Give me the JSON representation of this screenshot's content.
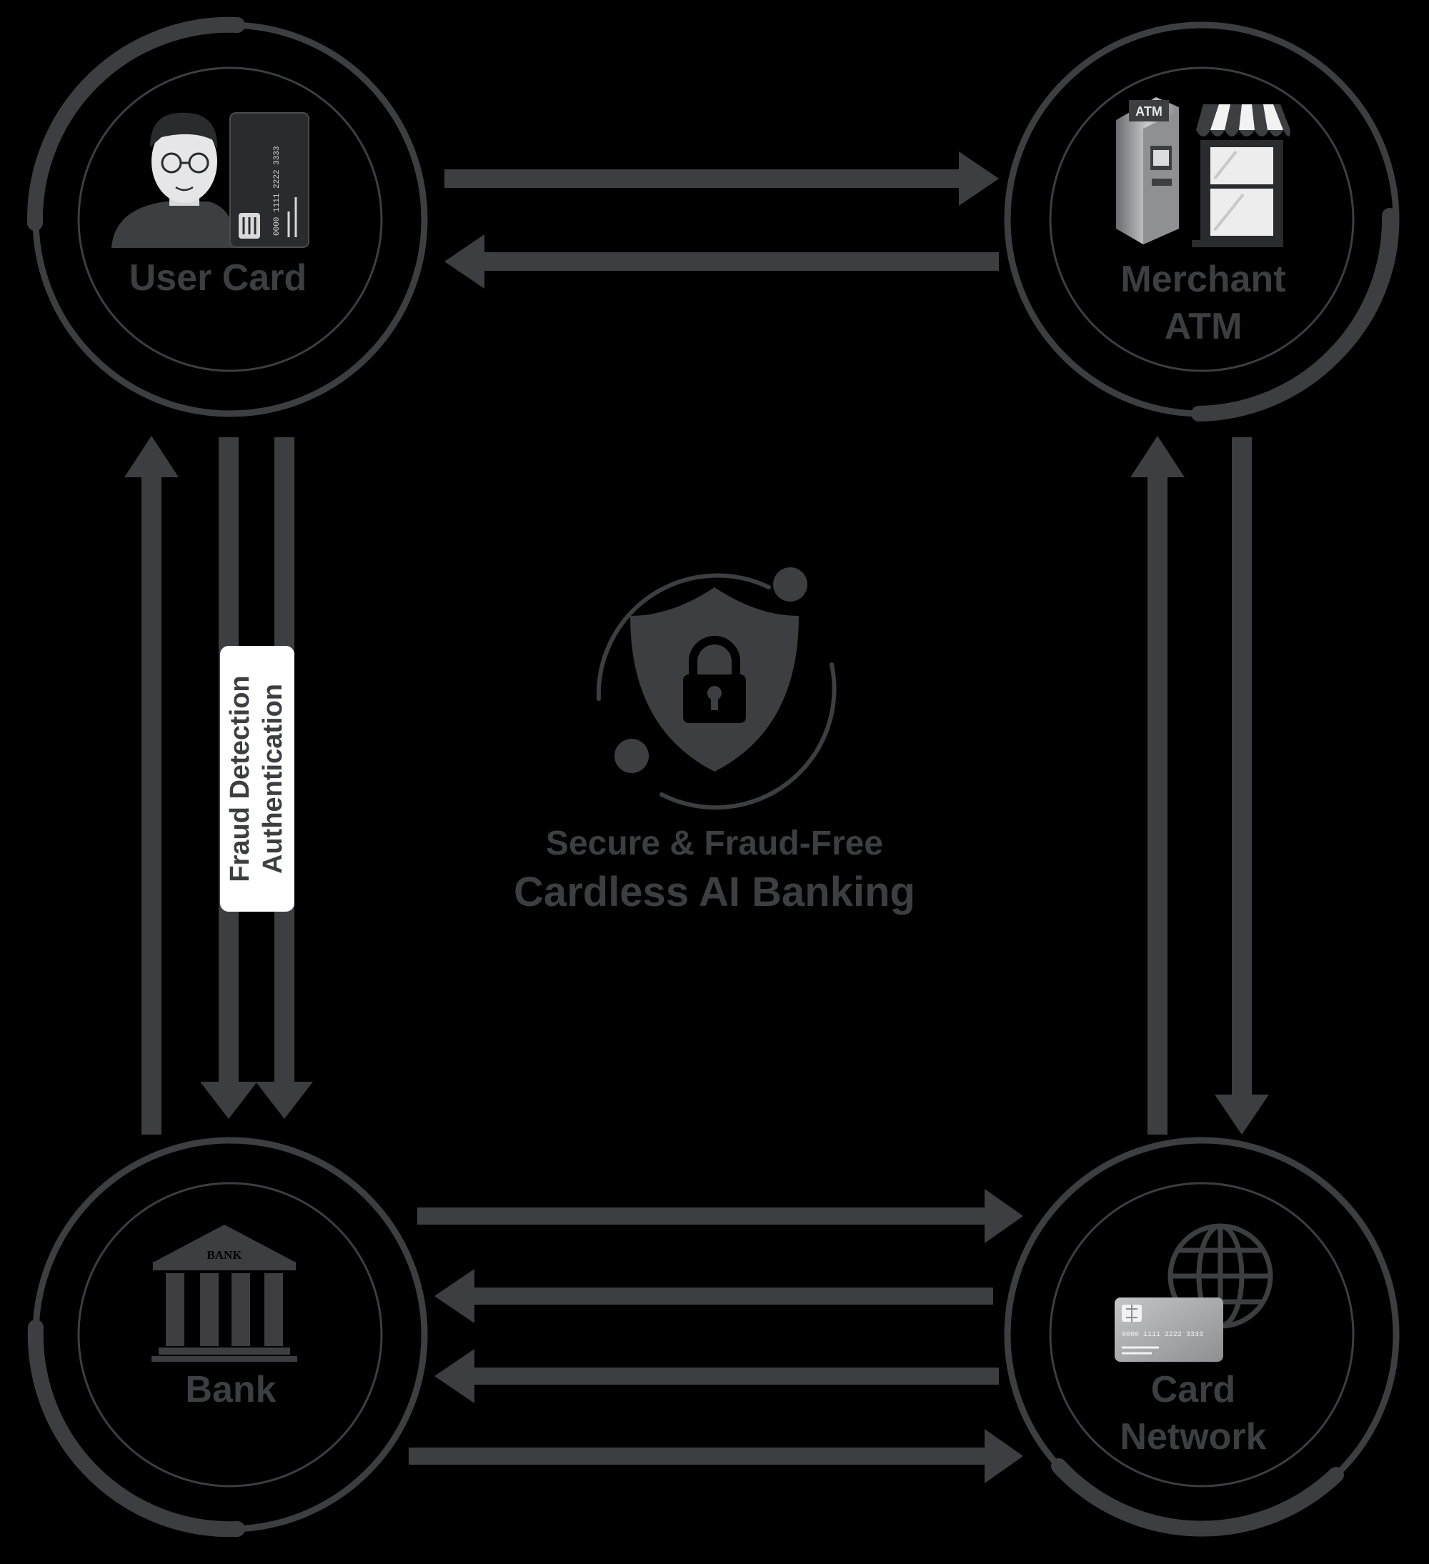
{
  "nodes": {
    "user_card": {
      "label": "User Card"
    },
    "merchant_atm": {
      "label_line1": "Merchant",
      "label_line2": "ATM",
      "atm_sign": "ATM"
    },
    "bank": {
      "label": "Bank",
      "building_sign": "BANK"
    },
    "card_network": {
      "label_line1": "Card",
      "label_line2": "Network"
    }
  },
  "center": {
    "line1": "Secure & Fraud-Free",
    "line2": "Cardless AI Banking"
  },
  "badge": {
    "line1": "Fraud Detection",
    "line2": "Authentication"
  },
  "user_card_digits": "0000  1111  2222  3333",
  "network_card_digits": "0000  1111  2222  3333",
  "colors": {
    "background": "#000000",
    "stroke": "#3d3e42",
    "badge_bg": "#ffffff",
    "card_silver": "#a8a9ad"
  }
}
